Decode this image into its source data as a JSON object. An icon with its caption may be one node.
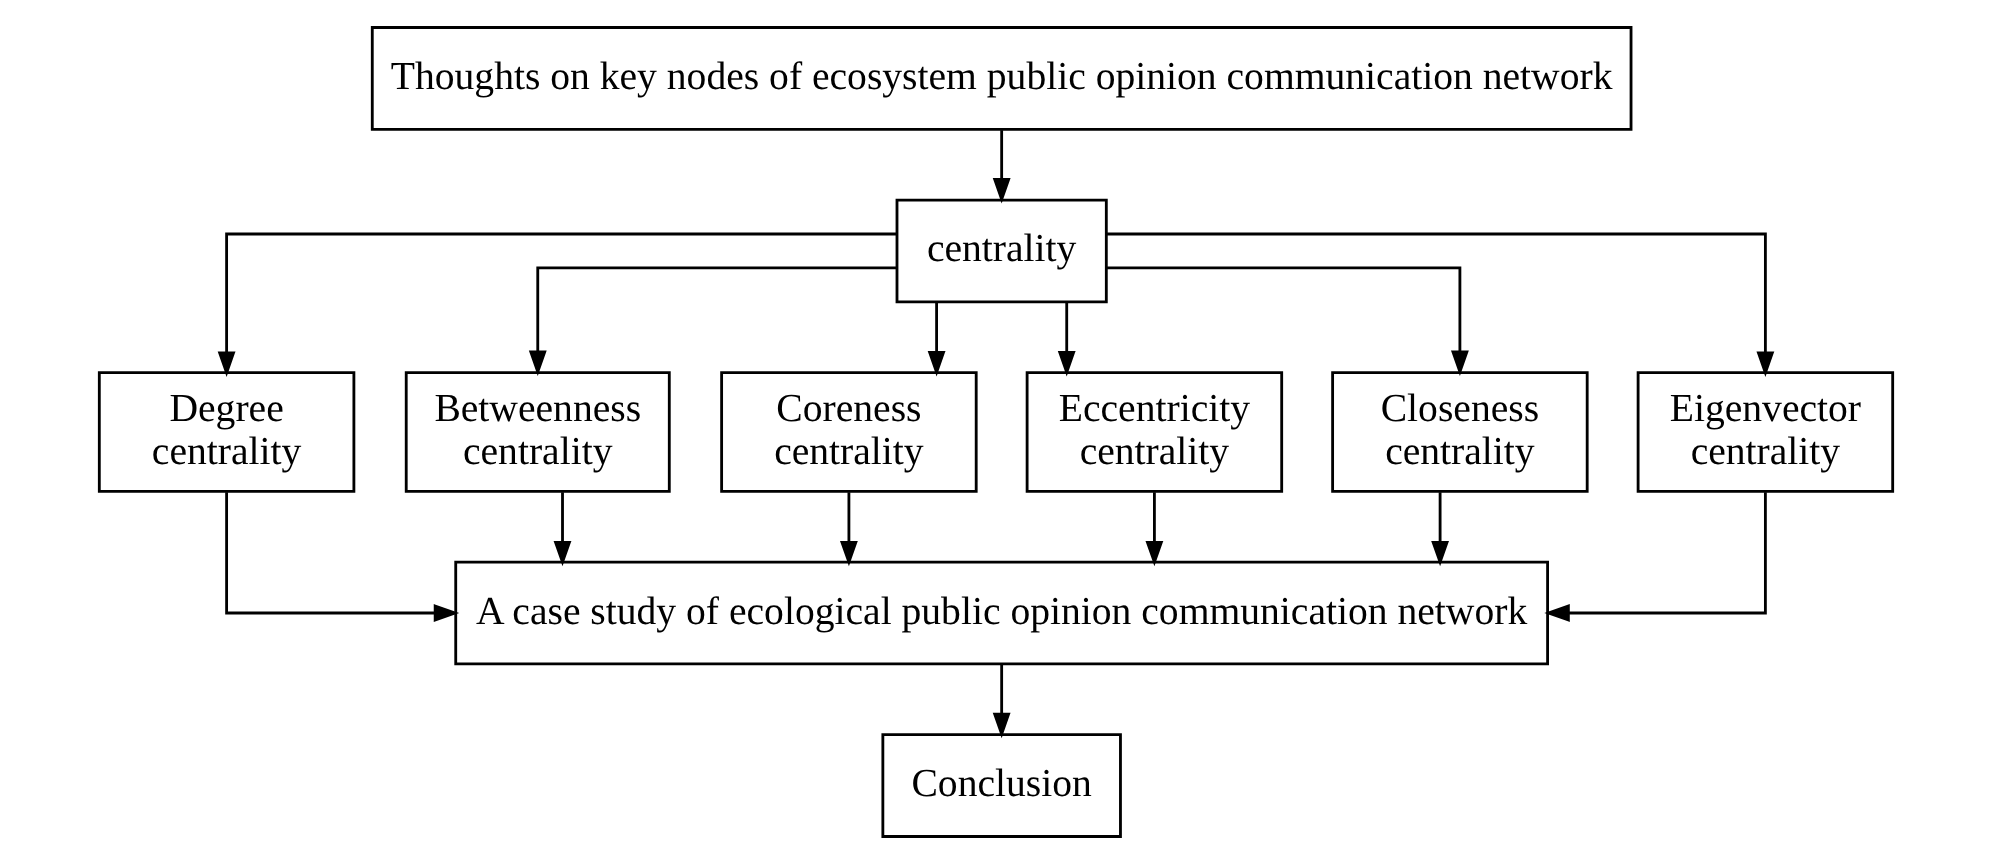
{
  "diagram": {
    "nodes": [
      {
        "text": [
          "Thoughts on key nodes of ecosystem public opinion communication network"
        ]
      },
      {
        "text": [
          "centrality"
        ]
      },
      {
        "text": [
          "Degree centrality"
        ]
      },
      {
        "text": [
          "Betweenness centrality"
        ]
      },
      {
        "text": [
          "Coreness centrality"
        ]
      },
      {
        "text": [
          "Eccentricity centrality"
        ]
      },
      {
        "text": [
          "Closeness centrality"
        ]
      },
      {
        "text": [
          "Eigenvector centrality"
        ]
      },
      {
        "text": [
          "A case study of ecological public opinion communication network"
        ]
      },
      {
        "text": [
          "Conclusion"
        ]
      }
    ],
    "edges": [
      {
        "from": 0,
        "to": 1,
        "arrow": "to"
      },
      {
        "from": 1,
        "to": 2,
        "arrow": "to"
      },
      {
        "from": 1,
        "to": 3,
        "arrow": "to"
      },
      {
        "from": 1,
        "to": 4,
        "arrow": "to"
      },
      {
        "from": 1,
        "to": 5,
        "arrow": "to"
      },
      {
        "from": 1,
        "to": 6,
        "arrow": "to"
      },
      {
        "from": 1,
        "to": 7,
        "arrow": "to"
      },
      {
        "from": 2,
        "to": 8,
        "arrow": "to"
      },
      {
        "from": 3,
        "to": 8,
        "arrow": "to"
      },
      {
        "from": 4,
        "to": 8,
        "arrow": "to"
      },
      {
        "from": 5,
        "to": 8,
        "arrow": "to"
      },
      {
        "from": 6,
        "to": 8,
        "arrow": "to"
      },
      {
        "from": 7,
        "to": 8,
        "arrow": "to"
      },
      {
        "from": 8,
        "to": 9,
        "arrow": "to"
      }
    ]
  }
}
